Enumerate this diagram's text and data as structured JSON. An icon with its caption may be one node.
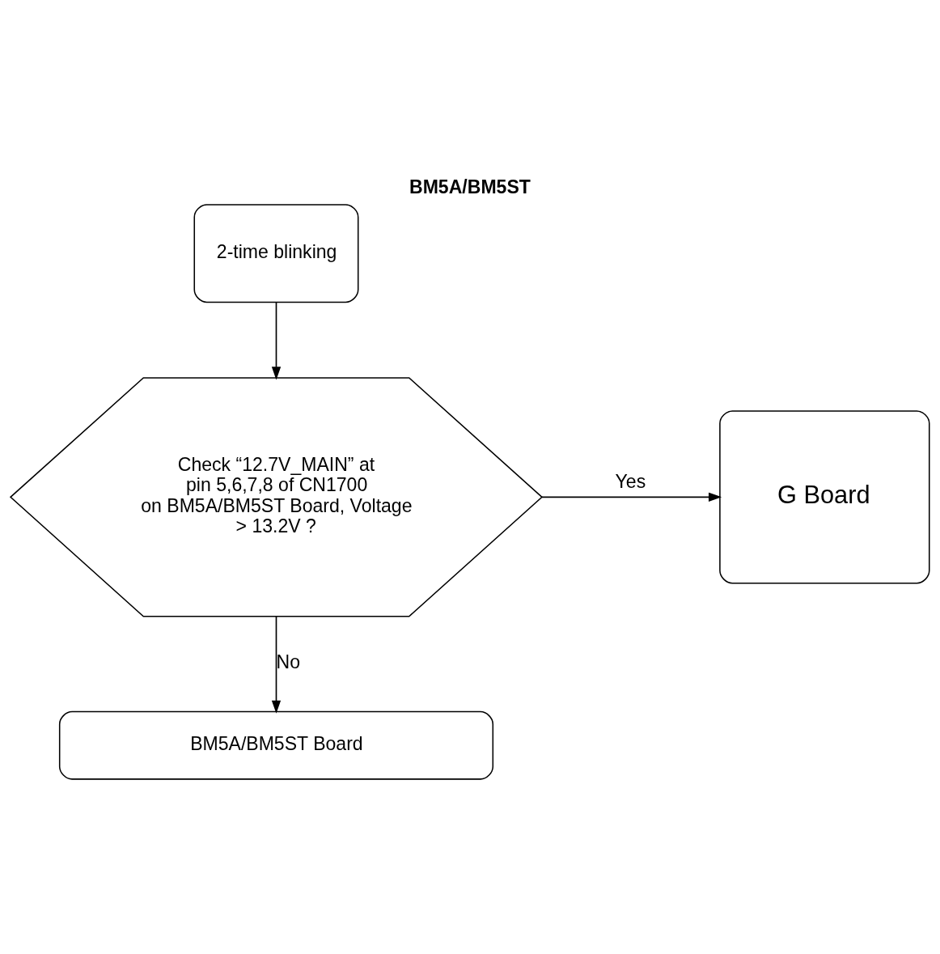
{
  "diagram": {
    "title": "BM5A/BM5ST",
    "nodes": [
      {
        "text": [
          "2-time blinking"
        ]
      },
      {
        "text": [
          "Check “12.7V_MAIN” at pin 5,6,7,8 of CN1700 on BM5A/BM5ST Board, Voltage > 13.2V ?"
        ]
      },
      {
        "text": [
          "G Board"
        ]
      },
      {
        "text": [
          "BM5A/BM5ST Board"
        ]
      }
    ],
    "edges": [
      {
        "from": 0,
        "to": 1,
        "arrow": "to"
      },
      {
        "from": 1,
        "to": 2,
        "arrow": "to",
        "label": "Yes"
      },
      {
        "from": 1,
        "to": 3,
        "arrow": "to",
        "label": "No"
      }
    ]
  }
}
